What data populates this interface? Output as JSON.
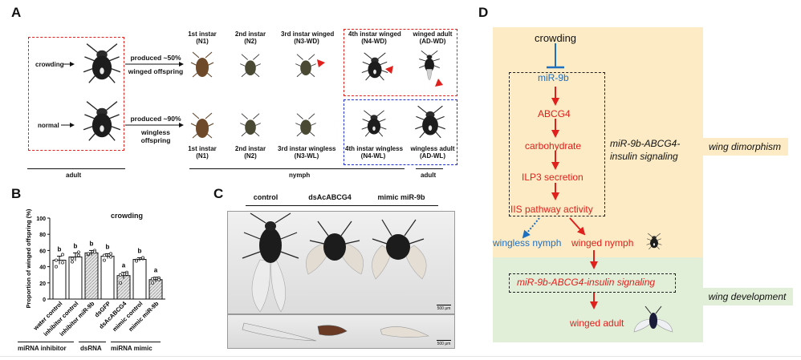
{
  "panels": {
    "a": "A",
    "b": "B",
    "c": "C",
    "d": "D"
  },
  "panel_a": {
    "crowding": "crowding",
    "normal": "normal",
    "produced_50": "produced ~50%",
    "winged_offspring": "winged offspring",
    "produced_90": "produced ~90%",
    "wingless_offspring": "wingless offspring",
    "top_stages": [
      {
        "name": "1st instar",
        "code": "(N1)"
      },
      {
        "name": "2nd instar",
        "code": "(N2)"
      },
      {
        "name": "3rd instar winged",
        "code": "(N3-WD)"
      },
      {
        "name": "4th instar winged",
        "code": "(N4-WD)"
      },
      {
        "name": "winged adult",
        "code": "(AD-WD)"
      }
    ],
    "bottom_stages": [
      {
        "name": "1st instar",
        "code": "(N1)"
      },
      {
        "name": "2nd instar",
        "code": "(N2)"
      },
      {
        "name": "3rd instar wingless",
        "code": "(N3-WL)"
      },
      {
        "name": "4th instar wingless",
        "code": "(N4-WL)"
      },
      {
        "name": "wingless adult",
        "code": "(AD-WL)"
      }
    ],
    "adult_left": "adult",
    "nymph": "nymph",
    "adult_right": "adult"
  },
  "panel_b": {
    "crowding": "crowding",
    "group_labels": [
      "miRNA inhibitor",
      "dsRNA",
      "miRNA mimic"
    ]
  },
  "chart_data": {
    "type": "bar",
    "ylabel": "Proportion of winged offspring (%)",
    "ylim": [
      0,
      100
    ],
    "yticks": [
      0,
      20,
      40,
      60,
      80,
      100
    ],
    "categories": [
      "water control",
      "inhibitor control",
      "inhibitor miR-9b",
      "dsGFP",
      "dsAcABCG4",
      "mimic control",
      "mimic miR-9b"
    ],
    "values": [
      48,
      52,
      57,
      53,
      29,
      49,
      24
    ],
    "errors": [
      5,
      5,
      3,
      3,
      4,
      2,
      3
    ],
    "letters": [
      "b",
      "b",
      "b",
      "b",
      "a",
      "b",
      "a"
    ],
    "patterned": [
      false,
      false,
      true,
      false,
      true,
      false,
      true
    ],
    "points": [
      [
        40,
        55,
        48,
        45
      ],
      [
        46,
        58,
        50,
        54
      ],
      [
        55,
        60,
        56,
        58
      ],
      [
        48,
        56,
        54,
        52
      ],
      [
        20,
        33,
        30,
        31
      ],
      [
        48,
        50,
        47,
        51
      ],
      [
        20,
        26,
        25,
        24
      ]
    ]
  },
  "panel_c": {
    "labels": [
      "control",
      "dsAcABCG4",
      "mimic  miR-9b"
    ],
    "scale_top": "500 μm",
    "scale_bottom": "500 μm"
  },
  "panel_d": {
    "crowding": "crowding",
    "mir9b": "miR-9b",
    "abcg4": "ABCG4",
    "carbohydrate": "carbohydrate",
    "ilp3": "ILP3 secretion",
    "iis": "IIS pathway activity",
    "signaling_1": "miR-9b-ABCG4-",
    "signaling_2": "insulin signaling",
    "wingless_nymph": "wingless nymph",
    "winged_nymph": "winged nymph",
    "signaling_box": "miR-9b-ABCG4-insulin signaling",
    "winged_adult": "winged adult",
    "wing_dimorphism": "wing dimorphism",
    "wing_development": "wing development",
    "colors": {
      "red": "#e0201c",
      "blue": "#1f6fc1",
      "yellow_bg": "#fcebc4",
      "green_bg": "#e2efd8"
    }
  }
}
